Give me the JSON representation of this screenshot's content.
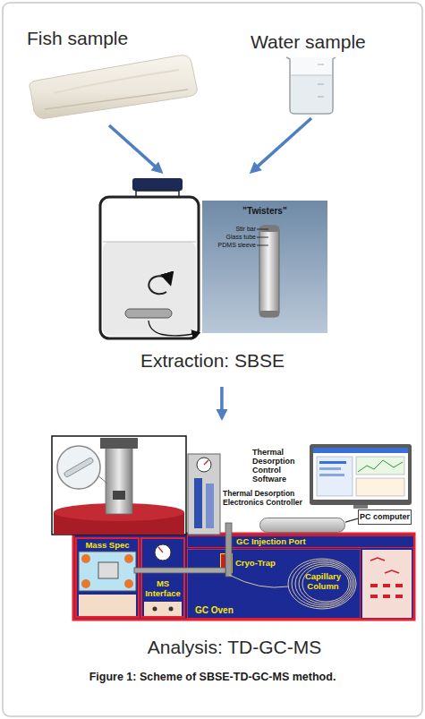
{
  "diagram": {
    "caption": "Figure 1: Scheme of SBSE-TD-GC-MS method.",
    "nodes": [
      {
        "text": [
          "Fish sample"
        ]
      },
      {
        "text": [
          "Water sample"
        ]
      },
      {
        "text": [
          "Extraction: SBSE"
        ]
      },
      {
        "text": [
          "\"Twisters\"",
          "Stir bar",
          "Glass tube",
          "PDMS sleeve"
        ],
        "in": 2
      },
      {
        "text": [
          "Analysis: TD-GC-MS"
        ]
      },
      {
        "text": [
          "Thermal Desorption Electronics Controller"
        ],
        "in": 4
      },
      {
        "text": [
          "PC computer"
        ],
        "in": 4
      },
      {
        "text": [
          "Mass Spec"
        ],
        "in": 4
      },
      {
        "text": [
          "MS Interface"
        ],
        "in": 4
      },
      {
        "text": [
          "GC Injection Port"
        ],
        "in": 4
      },
      {
        "text": [
          "GC Oven"
        ],
        "in": 4
      },
      {
        "text": [
          "Cryo-Trap"
        ],
        "in": 10
      }
    ],
    "edges": [
      {
        "from": 0,
        "to": 2,
        "arrow": "to"
      },
      {
        "from": 1,
        "to": 2,
        "arrow": "to"
      },
      {
        "from": 2,
        "to": 4,
        "arrow": "to"
      },
      {
        "from": 5,
        "to": 6,
        "arrow": "none"
      }
    ],
    "labels": [
      "Thermal Desorption Control Software",
      "Capillary Column"
    ]
  }
}
